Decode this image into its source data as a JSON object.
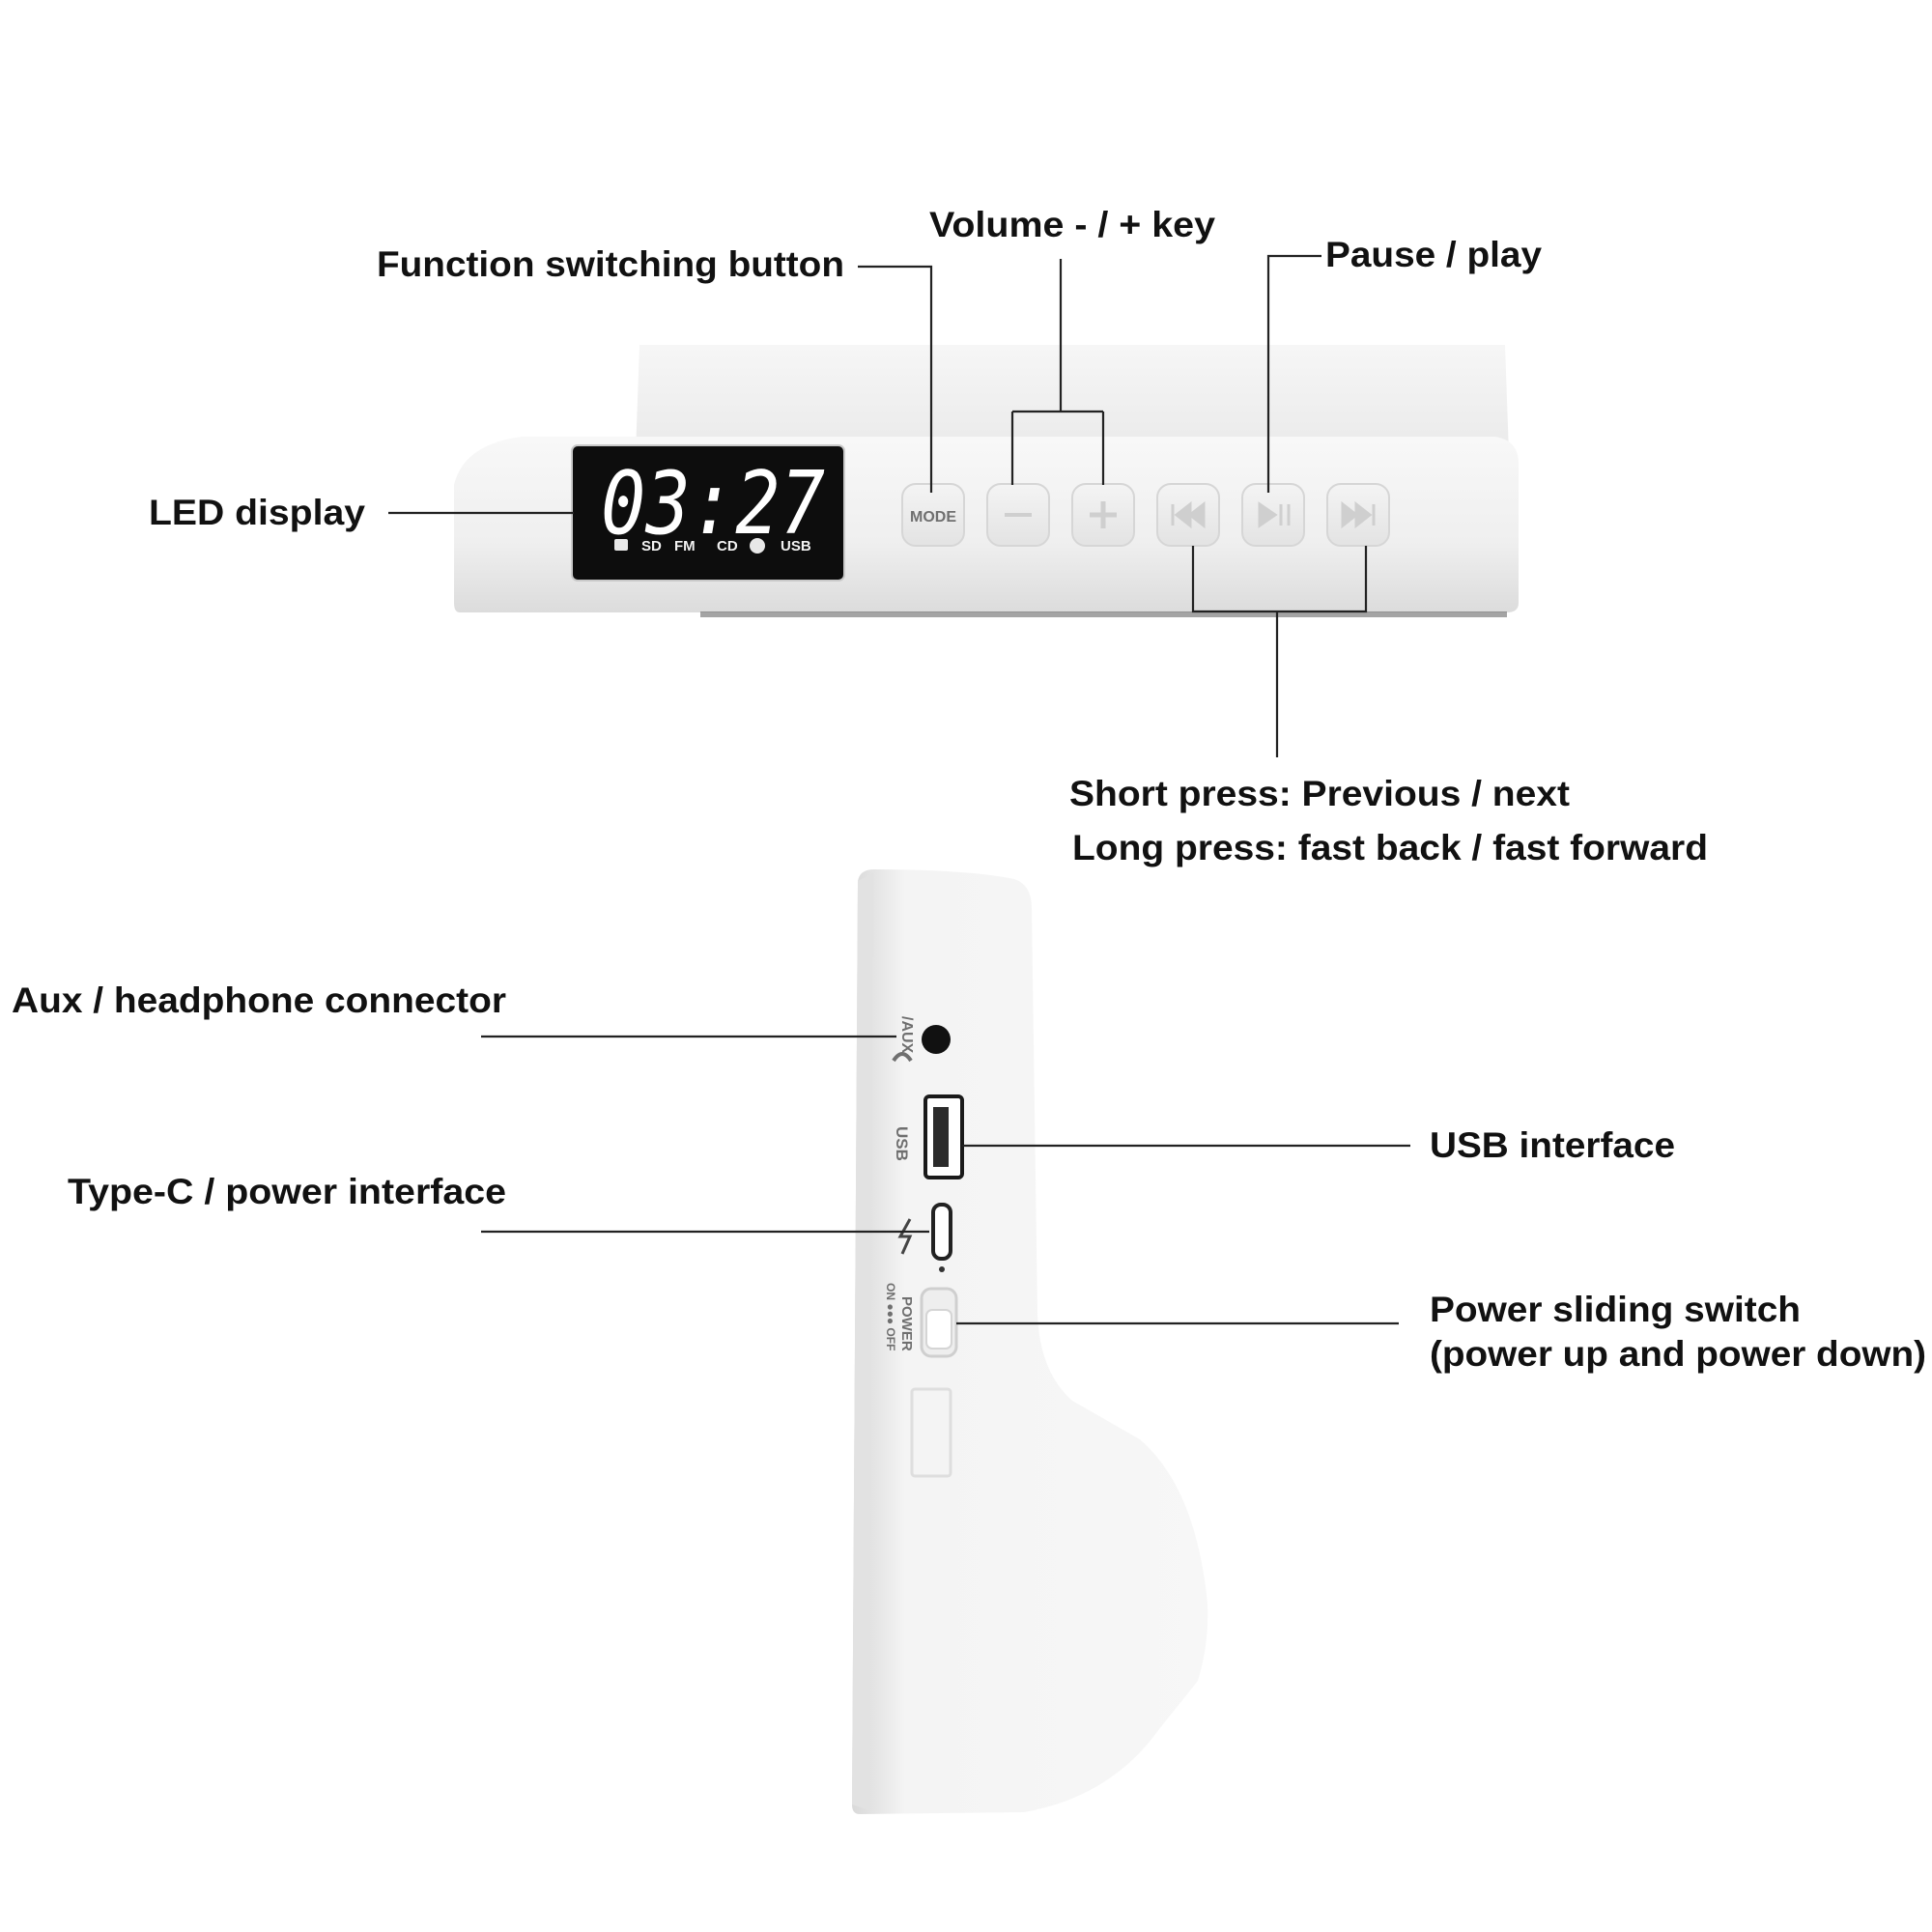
{
  "callouts": {
    "function_switching": "Function switching button",
    "volume": "Volume - / + key",
    "pause_play": "Pause / play",
    "led_display": "LED display",
    "short_press": "Short press: Previous / next",
    "long_press": "Long press: fast back / fast forward",
    "aux": "Aux / headphone connector",
    "usb": "USB interface",
    "typec": "Type-C / power interface",
    "power_switch_line1": "Power sliding switch",
    "power_switch_line2": "(power up and power down)"
  },
  "display": {
    "time": "03:27",
    "indicators": [
      "SD",
      "FM",
      "CD",
      "USB"
    ]
  },
  "buttons": {
    "mode_label": "MODE"
  },
  "side_panel": {
    "aux_label": "/AUX",
    "usb_label": "USB",
    "power_label": "POWER",
    "on_off_label": "ON ●●● OFF"
  },
  "colors": {
    "device_body": "#f3f3f3",
    "display_bg": "#0d0d0d",
    "text": "#111111"
  }
}
